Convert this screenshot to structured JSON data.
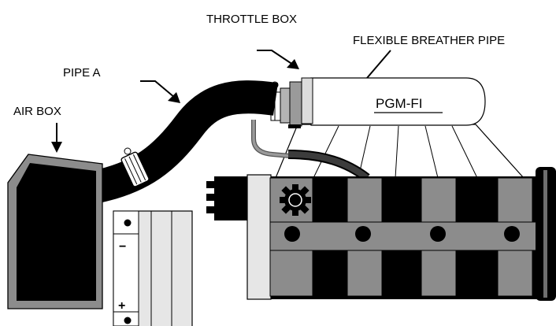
{
  "labels": {
    "throttle_box": "THROTTLE BOX",
    "flexible_breather_pipe": "FLEXIBLE BREATHER PIPE",
    "pipe_a": "PIPE A",
    "air_box": "AIR BOX",
    "pgm_fi": "PGM-FI"
  },
  "battery": {
    "negative_symbol": "−",
    "positive_symbol": "+"
  },
  "colors": {
    "ink": "#000000",
    "mid_gray": "#8c8c8c",
    "light_gray": "#e6e6e6",
    "white": "#ffffff"
  }
}
